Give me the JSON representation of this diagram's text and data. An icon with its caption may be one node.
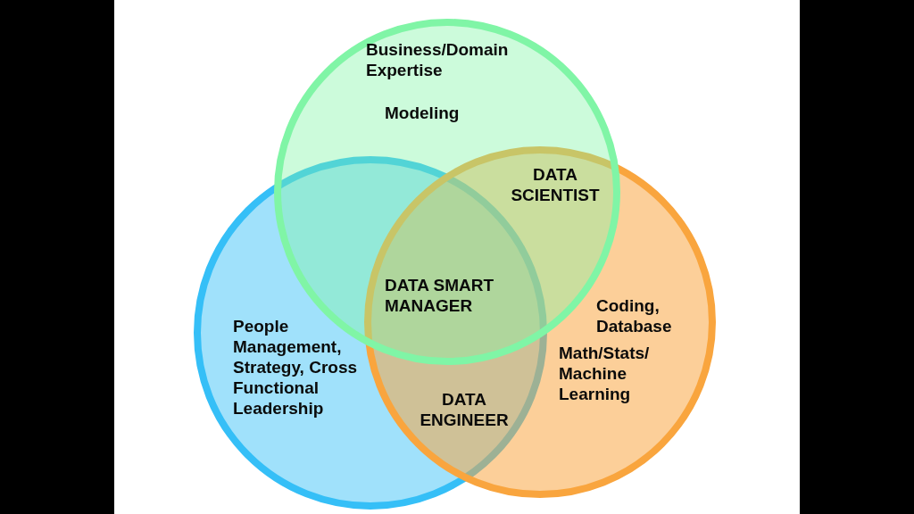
{
  "diagram": {
    "nodes": [
      {
        "text": [
          "Business/Domain Expertise",
          "Modeling"
        ]
      },
      {
        "text": [
          "People Management, Strategy, Cross Functional Leadership"
        ]
      },
      {
        "text": [
          "Coding, Database",
          "Math/Stats/ Machine Learning"
        ]
      }
    ],
    "labels": [
      "DATA SCIENTIST",
      "DATA SMART MANAGER",
      "DATA ENGINEER"
    ]
  }
}
